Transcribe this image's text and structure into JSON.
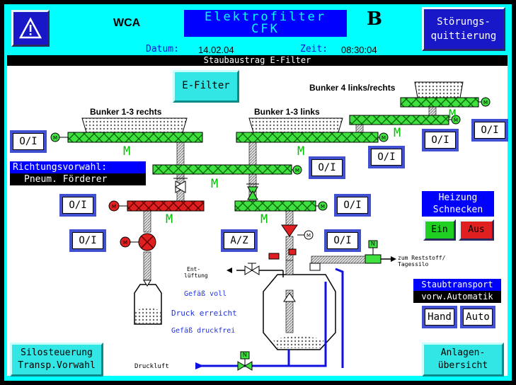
{
  "header": {
    "warn_icon": "warning-triangle-icon",
    "wca": "WCA",
    "title_line1": "Elektrofilter",
    "title_line2": "CFK",
    "logo": "B",
    "date_label": "Datum:",
    "date_value": "14.02.04",
    "time_label": "Zeit:",
    "time_value": "08:30:04",
    "ack_button": [
      "Störungs-",
      "quittierung"
    ],
    "section_title": "Staubaustrag E-Filter"
  },
  "buttons": {
    "e_filter": "E-Filter",
    "silo": [
      "Silosteuerung",
      "Transp.Vorwahl"
    ],
    "overview": [
      "Anlagen-",
      "übersicht"
    ],
    "oi": "O/I",
    "az": "A/Z",
    "ein": "Ein",
    "aus": "Aus",
    "hand": "Hand",
    "auto": "Auto"
  },
  "labels": {
    "bunker_13_rechts": "Bunker 1-3 rechts",
    "bunker_13_links": "Bunker 1-3 links",
    "bunker_4": "Bunker 4 links/rechts",
    "richtung": [
      "Richtungsvorwahl:",
      "Pneum. Förderer"
    ],
    "heizung": [
      "Heizung",
      "Schnecken"
    ],
    "staubtransport": [
      "Staubtransport",
      "vorw.Automatik"
    ],
    "motor_symbol": "M",
    "motor_circle": "M",
    "entlueftung": [
      "Ent-",
      "lüftung"
    ],
    "gefaess_voll": "Gefäß voll",
    "druck_erreicht": "Druck erreicht",
    "gefaess_druckfrei": "Gefäß druckfrei",
    "reststoff": [
      "zum Reststoff/",
      "Tagessilo"
    ],
    "druckluft": "Druckluft",
    "valve_letter": "N"
  },
  "colors": {
    "cyan": "#00ffff",
    "conveyor_green": "#40e040",
    "conveyor_red": "#e02020",
    "blue": "#1010e0",
    "title_blue": "#0000ff"
  }
}
